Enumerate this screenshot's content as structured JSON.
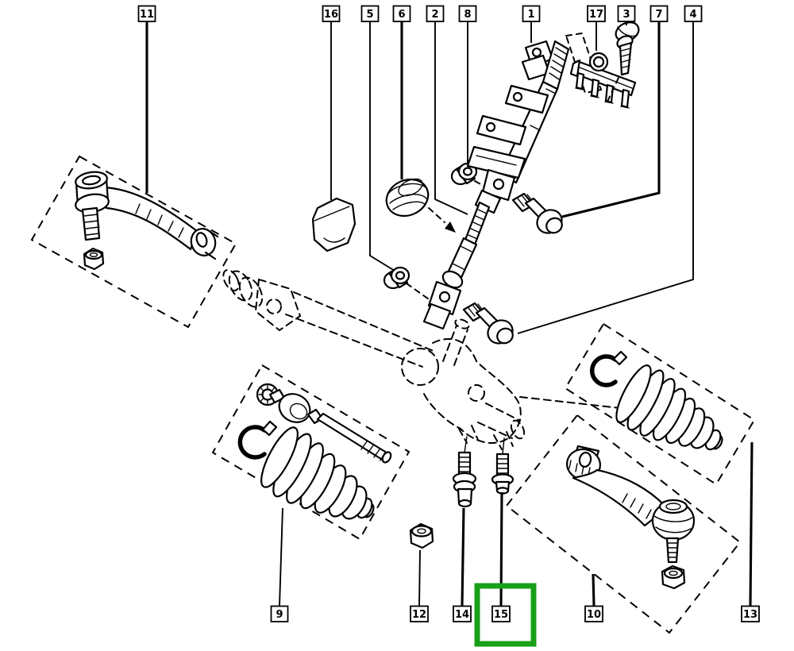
{
  "diagram": {
    "background_color": "#FFFFFF",
    "line_color": "#000000",
    "type": "exploded-parts-diagram"
  },
  "highlight": {
    "color": "#18A018",
    "selected_callout": "15"
  },
  "callouts": {
    "c11": "11",
    "c16": "16",
    "c5": "5",
    "c6": "6",
    "c2": "2",
    "c8": "8",
    "c1": "1",
    "c17": "17",
    "c3": "3",
    "c7": "7",
    "c4": "4",
    "c9": "9",
    "c12": "12",
    "c14": "14",
    "c15": "15",
    "c10": "10",
    "c13": "13"
  }
}
